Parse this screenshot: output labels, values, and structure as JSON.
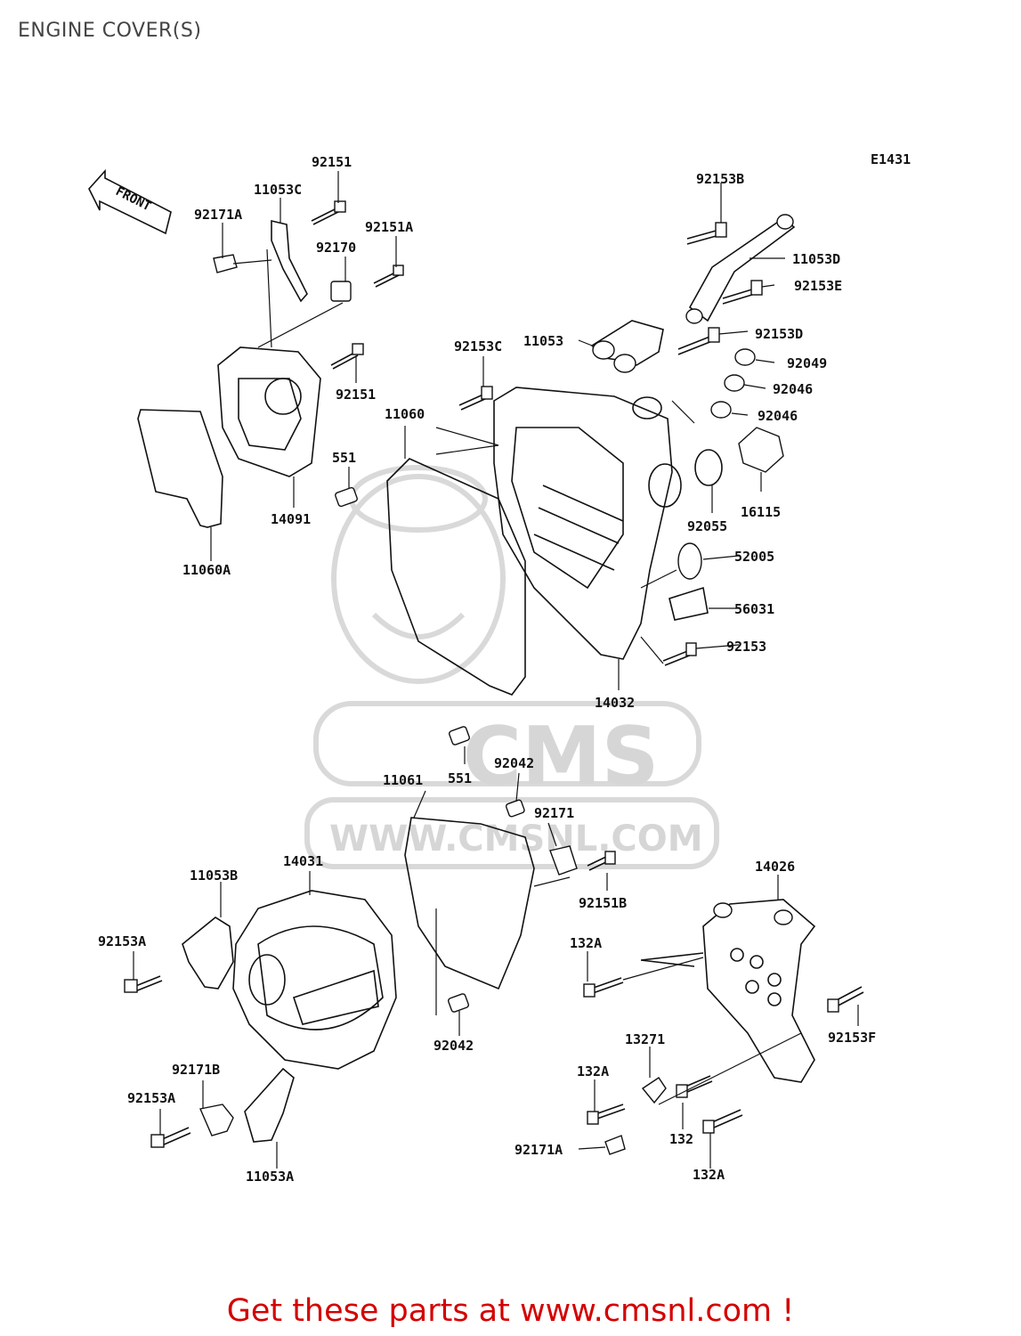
{
  "title": "ENGINE COVER(S)",
  "diagram_code": "E1431",
  "front_label": "FRONT",
  "watermark": {
    "brand": "CMS",
    "url": "WWW.CMSNL.COM"
  },
  "footer": "Get these parts at www.cmsnl.com !",
  "colors": {
    "footer": "#d40000",
    "lines": "#111111",
    "watermark": "#d9d9d9"
  },
  "labels": {
    "p92151_top": "92151",
    "p11053C": "11053C",
    "p92171A_top": "92171A",
    "p92151A": "92151A",
    "p92170": "92170",
    "p92151_mid": "92151",
    "p551_top": "551",
    "p14091": "14091",
    "p11060A": "11060A",
    "p11060": "11060",
    "p92153C": "92153C",
    "p11053": "11053",
    "p92153B": "92153B",
    "p11053D": "11053D",
    "p92153E": "92153E",
    "p92153D": "92153D",
    "p92049": "92049",
    "p92046_a": "92046",
    "p92046_b": "92046",
    "p16115": "16115",
    "p92055": "92055",
    "p52005": "52005",
    "p56031": "56031",
    "p92153": "92153",
    "p14032": "14032",
    "p551_bot": "551",
    "p92042_top": "92042",
    "p11061": "11061",
    "p92171": "92171",
    "p92151B": "92151B",
    "p14031": "14031",
    "p11053B": "11053B",
    "p92153A_top": "92153A",
    "p92042_bot": "92042",
    "p92171B": "92171B",
    "p92153A_bot": "92153A",
    "p11053A": "11053A",
    "p14026": "14026",
    "p132A_a": "132A",
    "p92153F": "92153F",
    "p13271": "13271",
    "p132A_b": "132A",
    "p132": "132",
    "p92171A_bot": "92171A",
    "p132A_c": "132A"
  }
}
